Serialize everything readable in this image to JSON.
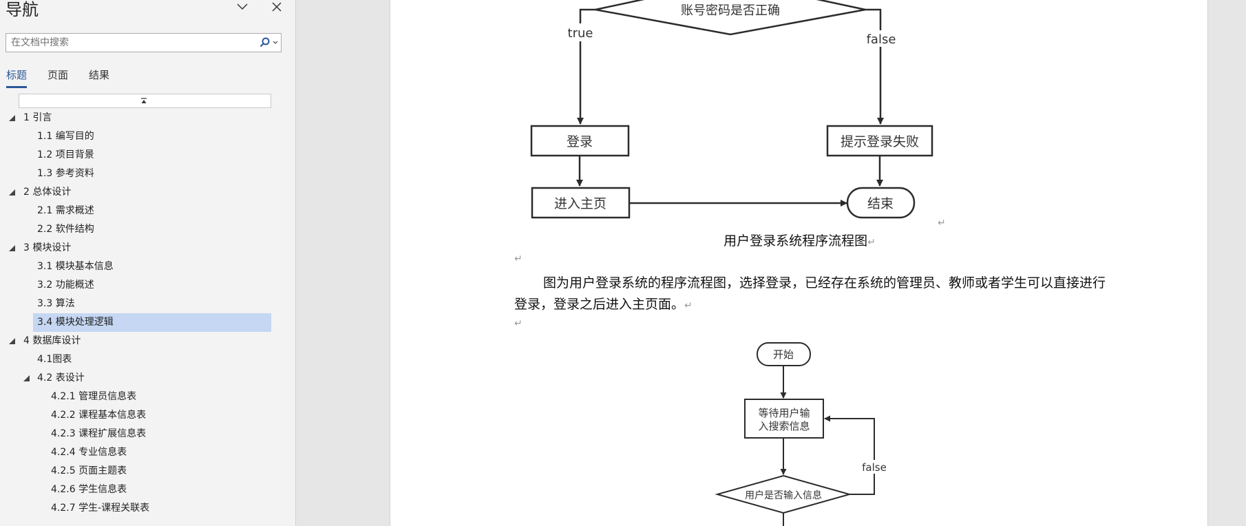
{
  "nav": {
    "title": "导航",
    "search": {
      "placeholder": "在文档中搜索",
      "value": ""
    },
    "tabs": [
      "标题",
      "页面",
      "结果"
    ],
    "active_tab": "标题",
    "headings": [
      {
        "label": "1 引言",
        "level": 1,
        "expanded": true
      },
      {
        "label": "1.1 编写目的",
        "level": 2
      },
      {
        "label": "1.2 项目背景",
        "level": 2
      },
      {
        "label": "1.3 参考资料",
        "level": 2
      },
      {
        "label": "2 总体设计",
        "level": 1,
        "expanded": true
      },
      {
        "label": "2.1 需求概述",
        "level": 2
      },
      {
        "label": "2.2 软件结构",
        "level": 2
      },
      {
        "label": "3 模块设计",
        "level": 1,
        "expanded": true
      },
      {
        "label": "3.1 模块基本信息",
        "level": 2
      },
      {
        "label": "3.2 功能概述",
        "level": 2
      },
      {
        "label": "3.3 算法",
        "level": 2
      },
      {
        "label": "3.4 模块处理逻辑",
        "level": 2,
        "selected": true
      },
      {
        "label": "4 数据库设计",
        "level": 1,
        "expanded": true
      },
      {
        "label": "4.1图表",
        "level": 2
      },
      {
        "label": "4.2 表设计",
        "level": 2,
        "expanded": true
      },
      {
        "label": "4.2.1 管理员信息表",
        "level": 3
      },
      {
        "label": "4.2.2 课程基本信息表",
        "level": 3
      },
      {
        "label": "4.2.3 课程扩展信息表",
        "level": 3
      },
      {
        "label": "4.2.4 专业信息表",
        "level": 3
      },
      {
        "label": "4.2.5 页面主题表",
        "level": 3
      },
      {
        "label": "4.2.6 学生信息表",
        "level": 3
      },
      {
        "label": "4.2.7 学生-课程关联表",
        "level": 3
      }
    ]
  },
  "document": {
    "flowchart1": {
      "decision": "账号密码是否正确",
      "true_label": "true",
      "false_label": "false",
      "login": "登录",
      "fail": "提示登录失败",
      "home": "进入主页",
      "end": "结束"
    },
    "caption": "用户登录系统程序流程图",
    "paragraph": "图为用户登录系统的程序流程图，选择登录，已经存在系统的管理员、教师或者学生可以直接进行登录，登录之后进入主页面。",
    "return_mark": "↵",
    "flowchart2": {
      "start": "开始",
      "wait_line1": "等待用户输",
      "wait_line2": "入搜索信息",
      "false_label": "false",
      "decision": "用户是否输入信息"
    }
  },
  "colors": {
    "accent": "#2b579a",
    "selected_bg": "#c5d7f2",
    "flow_stroke": "#2b2b2b"
  }
}
